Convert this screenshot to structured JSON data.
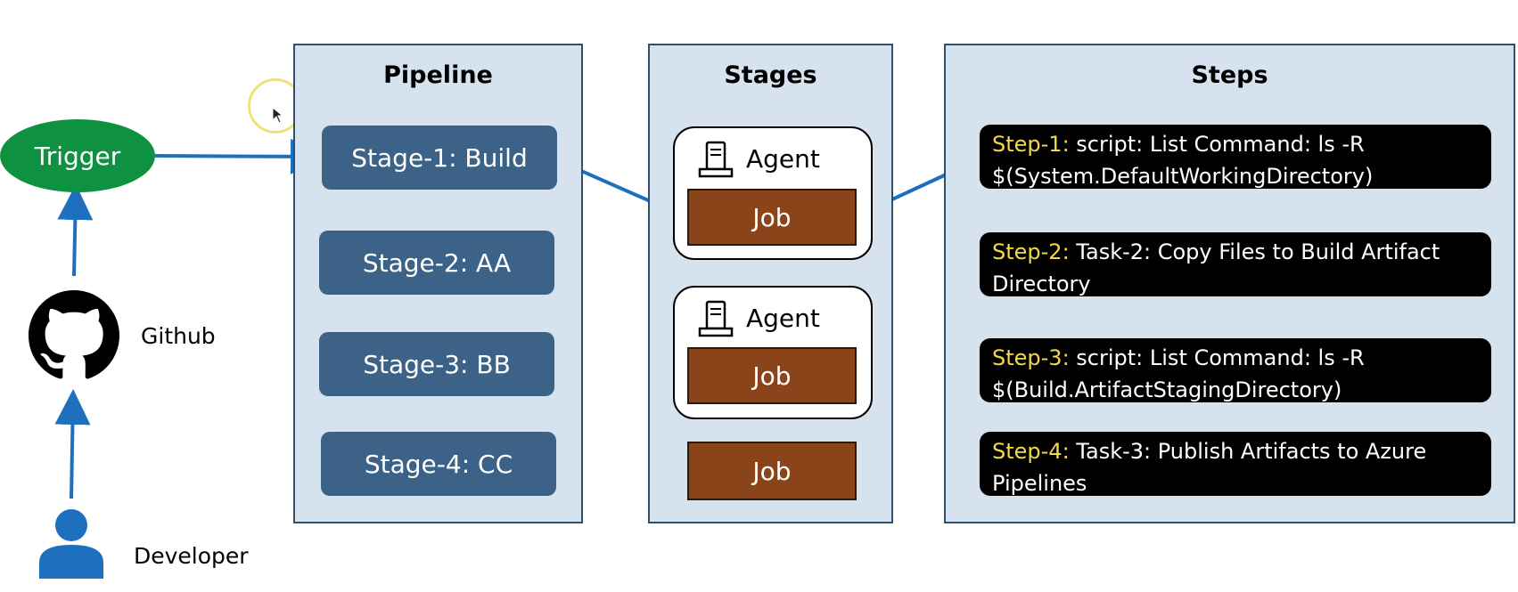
{
  "pipeline": {
    "title": "Pipeline",
    "stages": [
      "Stage-1: Build",
      "Stage-2: AA",
      "Stage-3: BB",
      "Stage-4: CC"
    ]
  },
  "stages_panel": {
    "title": "Stages",
    "agent_label": "Agent",
    "job_label": "Job"
  },
  "steps_panel": {
    "title": "Steps",
    "steps": [
      {
        "key": "Step-1:",
        "text": " script: List Command: ls -R $(System.DefaultWorkingDirectory)"
      },
      {
        "key": "Step-2:",
        "text": " Task-2: Copy Files to Build Artifact Directory"
      },
      {
        "key": "Step-3:",
        "text": " script: List Command: ls -R $(Build.ArtifactStagingDirectory)"
      },
      {
        "key": "Step-4:",
        "text": " Task-3: Publish Artifacts to Azure Pipelines"
      }
    ]
  },
  "left": {
    "trigger": "Trigger",
    "github": "Github",
    "developer": "Developer"
  },
  "colors": {
    "trigger_green": "#0e9241",
    "stage_blue": "#3d6287",
    "job_brown": "#8b4419",
    "step_key_yellow": "#f5d84a",
    "arrow_blue": "#1f6fbf",
    "panel_bg": "#d6e3ee"
  }
}
